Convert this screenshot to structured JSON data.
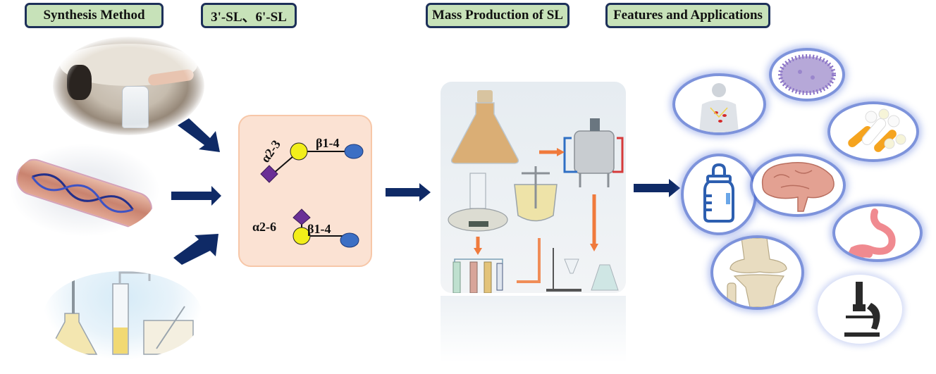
{
  "headers": {
    "synthesis": "Synthesis Method",
    "structures": "3'-SL、6'-SL",
    "production": "Mass Production of SL",
    "applications": "Features and Applications"
  },
  "synthesis_sources": [
    {
      "name": "milk-extraction",
      "description": "Milking into a bottle"
    },
    {
      "name": "microbial-fermentation",
      "description": "Bacterium with DNA double helix"
    },
    {
      "name": "chemical-synthesis",
      "description": "Laboratory glassware with molecules"
    }
  ],
  "glycans": {
    "sl3": {
      "linkage_sialic": "α2-3",
      "linkage_gal": "β1-4"
    },
    "sl6": {
      "linkage_sialic": "α2-6",
      "linkage_gal": "β1-4"
    }
  },
  "colors": {
    "header_fill": "#c7e2b9",
    "header_border": "#1d3059",
    "arrow": "#0f2a66",
    "sialic_acid": "#6a2f96",
    "galactose": "#f2ee1a",
    "glucose": "#3c6fc4",
    "panel_fill": "#fbe2d3",
    "process_arrow": "#f07a3c"
  },
  "production_steps": [
    "fermentation-flask",
    "bioreactor",
    "balance-with-cylinder",
    "stirred-vessel",
    "chromatography-columns",
    "filtration-and-flask"
  ],
  "applications": [
    "immune-system",
    "antiviral",
    "pharmaceuticals",
    "infant-formula",
    "brain-development",
    "gut-health",
    "bone-and-joint",
    "research-microscopy"
  ]
}
